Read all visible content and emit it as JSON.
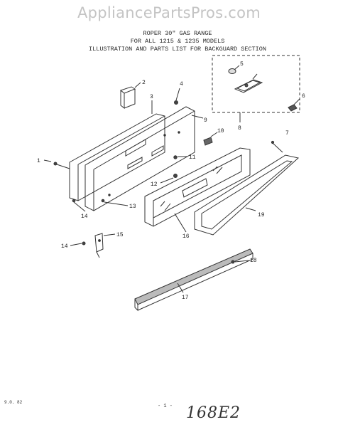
{
  "watermark": "AppliancePartsPros.com",
  "header": {
    "line1": "ROPER 30\" GAS RANGE",
    "line2": "FOR ALL 1215 & 1235    MODELS",
    "line3": "ILLUSTRATION AND PARTS LIST FOR BACKGUARD SECTION"
  },
  "callouts": {
    "c1": "1",
    "c2": "2",
    "c3": "3",
    "c4": "4",
    "c5": "5",
    "c6": "6",
    "c7": "7",
    "c8": "8",
    "c9": "9",
    "c10": "10",
    "c11": "11",
    "c12": "12",
    "c13": "13",
    "c14a": "14",
    "c14b": "14",
    "c15": "15",
    "c16": "16",
    "c17": "17",
    "c18": "18",
    "c19": "19"
  },
  "footer": {
    "left_code": "9.0. 82",
    "page": "- 1 -",
    "handwritten": "168E2"
  }
}
